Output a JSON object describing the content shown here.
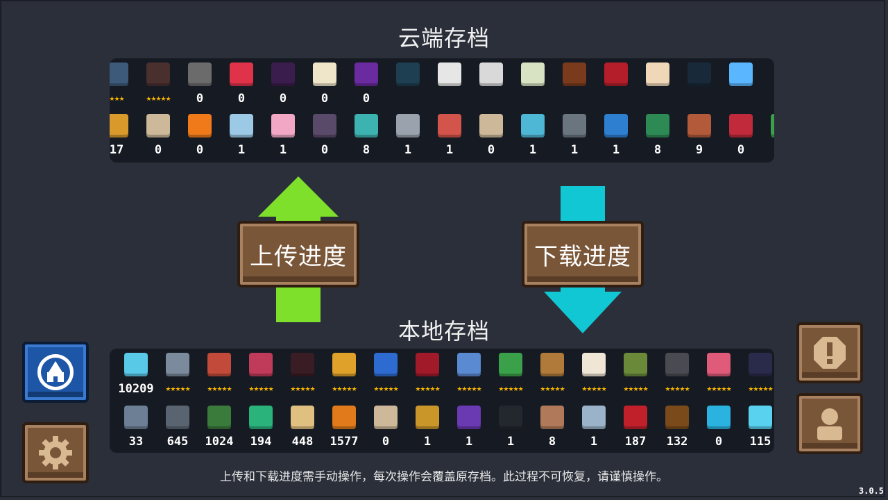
{
  "cloud": {
    "title": "云端存档",
    "row1": [
      {
        "name": "bomb",
        "color": "#3d5a7a",
        "count": "",
        "stars": "★★★"
      },
      {
        "name": "plant",
        "color": "#4a2f2f",
        "count": "",
        "stars": "★★★★★"
      },
      {
        "name": "gun",
        "color": "#6b6b6b",
        "count": "0",
        "stars": ""
      },
      {
        "name": "slime",
        "color": "#e0334a",
        "count": "0",
        "stars": ""
      },
      {
        "name": "demon",
        "color": "#3b1d4d",
        "count": "0",
        "stars": ""
      },
      {
        "name": "card",
        "color": "#efe6c9",
        "count": "0",
        "stars": ""
      },
      {
        "name": "helmet",
        "color": "#6a2aa0",
        "count": "0",
        "stars": ""
      },
      {
        "name": "cat",
        "color": "#1e3e52",
        "count": "",
        "stars": ""
      },
      {
        "name": "skull",
        "color": "#e6e6e6",
        "count": "",
        "stars": ""
      },
      {
        "name": "tap-sign",
        "color": "#d9d9d9",
        "count": "",
        "stars": ""
      },
      {
        "name": "egg",
        "color": "#d7e3c2",
        "count": "",
        "stars": ""
      },
      {
        "name": "stick",
        "color": "#7a3b1d",
        "count": "",
        "stars": ""
      },
      {
        "name": "oni",
        "color": "#b31e2a",
        "count": "",
        "stars": ""
      },
      {
        "name": "girl",
        "color": "#f0d7b8",
        "count": "",
        "stars": ""
      },
      {
        "name": "black-cat",
        "color": "#182a3a",
        "count": "",
        "stars": ""
      },
      {
        "name": "m-badge",
        "color": "#5ab6ff",
        "count": "",
        "stars": ""
      }
    ],
    "row2": [
      {
        "name": "coil",
        "color": "#d99a2b",
        "count": "17"
      },
      {
        "name": "scroll",
        "color": "#cdb89a",
        "count": "0"
      },
      {
        "name": "carrot",
        "color": "#f07a1a",
        "count": "0"
      },
      {
        "name": "blue-gem-plate",
        "color": "#9bc9e6",
        "count": "1"
      },
      {
        "name": "pink-plate",
        "color": "#f2a8c4",
        "count": "1"
      },
      {
        "name": "machine",
        "color": "#5a4a6a",
        "count": "0"
      },
      {
        "name": "teal-machine",
        "color": "#3cb3b0",
        "count": "8"
      },
      {
        "name": "grey-plate",
        "color": "#9aa3ad",
        "count": "1"
      },
      {
        "name": "red-plate",
        "color": "#d2544a",
        "count": "1"
      },
      {
        "name": "scroll-2",
        "color": "#cdb89a",
        "count": "0"
      },
      {
        "name": "cyan-plate",
        "color": "#4fb7d6",
        "count": "1"
      },
      {
        "name": "dark-plate",
        "color": "#6a7580",
        "count": "1"
      },
      {
        "name": "blue-plate",
        "color": "#2f7fd1",
        "count": "1"
      },
      {
        "name": "green-turret",
        "color": "#2d8a55",
        "count": "8"
      },
      {
        "name": "robot",
        "color": "#b35a3a",
        "count": "9"
      },
      {
        "name": "red-turret",
        "color": "#c02a3a",
        "count": "0"
      },
      {
        "name": "green-bit",
        "color": "#3aa14a",
        "count": ""
      }
    ]
  },
  "buttons": {
    "upload": "上传进度",
    "download": "下载进度"
  },
  "local": {
    "title": "本地存档",
    "row1": [
      {
        "name": "gems",
        "color": "#59c9e8",
        "count": "10209",
        "stars": ""
      },
      {
        "name": "knight",
        "color": "#7b8a9c",
        "count": "",
        "stars": "★★★★★"
      },
      {
        "name": "rogue",
        "color": "#c24a3a",
        "count": "",
        "stars": "★★★★★"
      },
      {
        "name": "witch",
        "color": "#c03a5a",
        "count": "",
        "stars": "★★★★★"
      },
      {
        "name": "assassin",
        "color": "#3a1d24",
        "count": "",
        "stars": "★★★★★"
      },
      {
        "name": "engineer",
        "color": "#e0a12a",
        "count": "",
        "stars": "★★★★★"
      },
      {
        "name": "robot-hero",
        "color": "#2e6bd1",
        "count": "",
        "stars": "★★★★★"
      },
      {
        "name": "vampire",
        "color": "#a01a2a",
        "count": "",
        "stars": "★★★★★"
      },
      {
        "name": "paladin",
        "color": "#5a8ad1",
        "count": "",
        "stars": "★★★★★"
      },
      {
        "name": "elf",
        "color": "#3aa14a",
        "count": "",
        "stars": "★★★★★"
      },
      {
        "name": "werewolf",
        "color": "#b07a3a",
        "count": "",
        "stars": "★★★★★"
      },
      {
        "name": "priestess",
        "color": "#f0e6d6",
        "count": "",
        "stars": "★★★★★"
      },
      {
        "name": "druid",
        "color": "#6a8a3a",
        "count": "",
        "stars": "★★★★★"
      },
      {
        "name": "berserker",
        "color": "#4a4a52",
        "count": "",
        "stars": "★★★★★"
      },
      {
        "name": "taoist",
        "color": "#e05a7a",
        "count": "",
        "stars": "★★★★★"
      },
      {
        "name": "necro",
        "color": "#2a2a4a",
        "count": "",
        "stars": "★★★★★"
      }
    ],
    "row2": [
      {
        "name": "fish-coin",
        "color": "#6c7f94",
        "count": "33"
      },
      {
        "name": "ore",
        "color": "#5a6470",
        "count": "645"
      },
      {
        "name": "battery",
        "color": "#3a7a3a",
        "count": "1024"
      },
      {
        "name": "herb",
        "color": "#2ab37a",
        "count": "194"
      },
      {
        "name": "wood",
        "color": "#e0c080",
        "count": "448"
      },
      {
        "name": "amber",
        "color": "#e07a1a",
        "count": "1577"
      },
      {
        "name": "scroll",
        "color": "#cdb89a",
        "count": "0"
      },
      {
        "name": "gold-plate",
        "color": "#c9962a",
        "count": "1"
      },
      {
        "name": "purple-plate",
        "color": "#6a3ab3",
        "count": "1"
      },
      {
        "name": "black-plate",
        "color": "#23272e",
        "count": "1"
      },
      {
        "name": "face-box",
        "color": "#b07a5a",
        "count": "8"
      },
      {
        "name": "sand-plate",
        "color": "#9ab3c9",
        "count": "1"
      },
      {
        "name": "red-leaf",
        "color": "#c0202a",
        "count": "187"
      },
      {
        "name": "hammer",
        "color": "#7a4a1a",
        "count": "132"
      },
      {
        "name": "blue-feather",
        "color": "#2ab3e0",
        "count": "0"
      },
      {
        "name": "ice-crystal",
        "color": "#59d2f0",
        "count": "115"
      }
    ]
  },
  "note": "上传和下载进度需手动操作，每次操作会覆盖原存档。此过程不可恢复，请谨慎操作。",
  "version": "3.0.5",
  "colors": {
    "upload_arrow": "#7ee02a",
    "download_arrow": "#11c7d3"
  }
}
